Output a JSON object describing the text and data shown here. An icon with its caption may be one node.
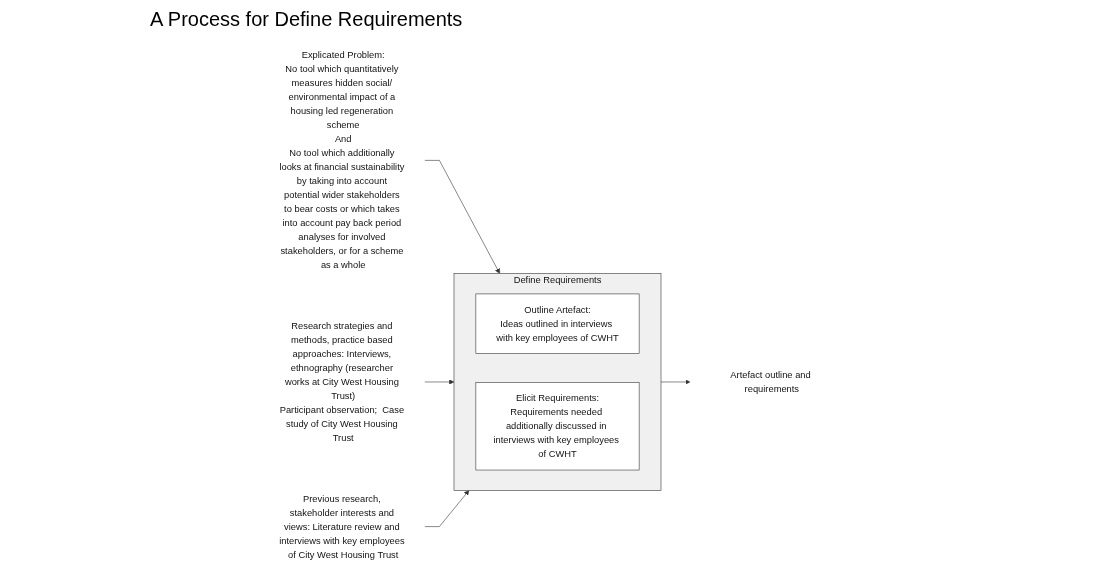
{
  "diagram": {
    "title": "A Process for Define Requirements",
    "nodes": [
      {
        "text": [
          "Explicated Problem:",
          "No tool which quantitatively measures hidden social/ environmental impact of a housing led regeneration scheme",
          "And",
          "No tool which additionally looks at financial sustainability by taking into account potential wider stakeholders to bear costs or which takes into account pay back period analyses for involved stakeholders, or for a scheme as a whole"
        ]
      },
      {
        "text": [
          "Research strategies and methods, practice based approaches: Interviews, ethnography (researcher works at City West Housing Trust)",
          "Participant observation;  Case study of City West Housing Trust"
        ]
      },
      {
        "text": [
          "Define Requirements"
        ]
      },
      {
        "text": [
          "Outline Artefact:",
          "Ideas outlined in interviews with key employees of CWHT"
        ],
        "in": 2
      },
      {
        "text": [
          "Elicit Requirements:",
          "Requirements needed additionally discussed in interviews with key employees of CWHT"
        ],
        "in": 2
      },
      {
        "text": [
          "Artefact outline and requirements"
        ]
      },
      {
        "text": [
          "Previous research, stakeholder interests and views: Literature review and interviews with key employees of City West Housing Trust"
        ]
      }
    ],
    "edges": [
      {
        "from": 0,
        "to": 2,
        "arrow": "to"
      },
      {
        "from": 1,
        "to": 2,
        "arrow": "to"
      },
      {
        "from": 6,
        "to": 2,
        "arrow": "to"
      },
      {
        "from": 2,
        "to": 5,
        "arrow": "to"
      }
    ]
  }
}
